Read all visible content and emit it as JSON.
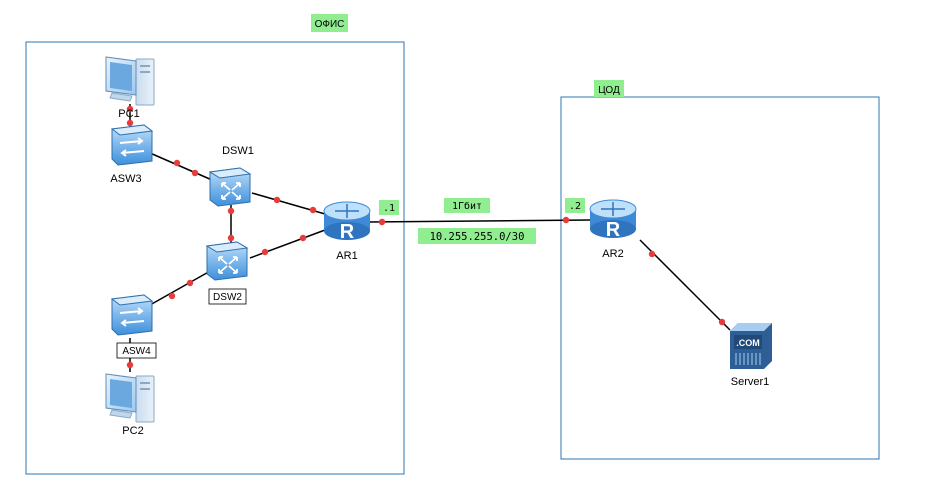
{
  "zones": [
    {
      "id": "office",
      "label": "ОФИС"
    },
    {
      "id": "dc",
      "label": "ЦОД"
    }
  ],
  "devices": [
    {
      "id": "pc1",
      "label": "PC1",
      "type": "pc"
    },
    {
      "id": "asw3",
      "label": "ASW3",
      "type": "switch"
    },
    {
      "id": "dsw1",
      "label": "DSW1",
      "type": "l3switch"
    },
    {
      "id": "dsw2",
      "label": "DSW2",
      "type": "l3switch"
    },
    {
      "id": "asw4",
      "label": "ASW4",
      "type": "switch"
    },
    {
      "id": "pc2",
      "label": "PC2",
      "type": "pc"
    },
    {
      "id": "ar1",
      "label": "AR1",
      "type": "router"
    },
    {
      "id": "ar2",
      "label": "AR2",
      "type": "router"
    },
    {
      "id": "server1",
      "label": "Server1",
      "type": "server",
      "badge": ".COM"
    }
  ],
  "links": [
    {
      "from": "pc1",
      "to": "asw3"
    },
    {
      "from": "asw3",
      "to": "dsw1"
    },
    {
      "from": "dsw1",
      "to": "dsw2"
    },
    {
      "from": "dsw1",
      "to": "ar1"
    },
    {
      "from": "dsw2",
      "to": "ar1"
    },
    {
      "from": "dsw2",
      "to": "asw4"
    },
    {
      "from": "asw4",
      "to": "pc2"
    },
    {
      "from": "ar1",
      "to": "ar2"
    },
    {
      "from": "ar2",
      "to": "server1"
    }
  ],
  "wan": {
    "ar1_ip": ".1",
    "ar2_ip": ".2",
    "speed": "1Гбит",
    "subnet": "10.255.255.0/30"
  },
  "colors": {
    "zone_border": "#2e75b6",
    "label_bg": "#90ee90",
    "port_dot": "#e83b3b",
    "device_blue": "#4f9fe3"
  }
}
